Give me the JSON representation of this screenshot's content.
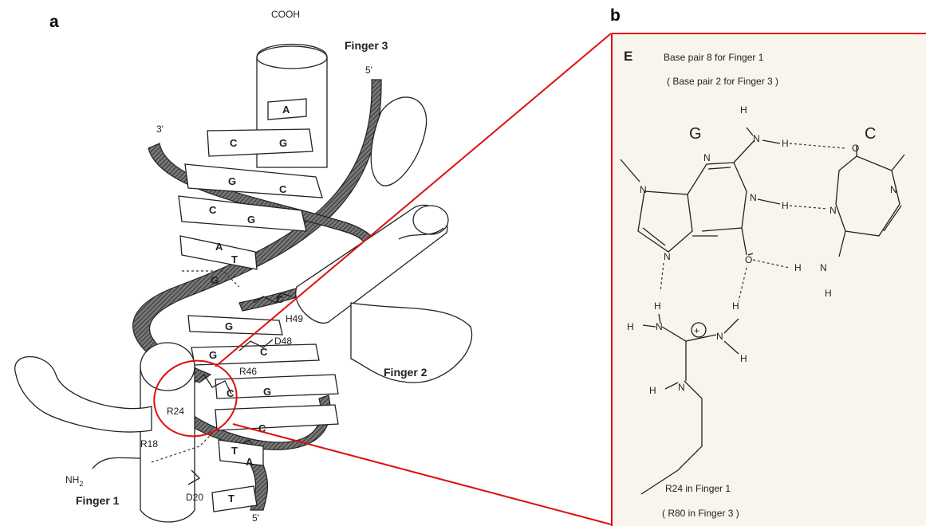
{
  "panel_a": {
    "letter": "a",
    "labels": {
      "cooh": "COOH",
      "finger3": "Finger 3",
      "finger2": "Finger 2",
      "finger1": "Finger 1",
      "three_prime": "3'",
      "five_prime_top": "5'",
      "five_prime_bottom": "5'",
      "nh2": "NH",
      "nh2_sub": "2",
      "h49": "H49",
      "d48": "D48",
      "r46": "R46",
      "r24": "R24",
      "r18": "R18",
      "d20": "D20"
    },
    "bases": [
      "A",
      "C",
      "G",
      "G",
      "C",
      "C",
      "G",
      "A",
      "T",
      "G",
      "G",
      "C",
      "G",
      "C",
      "C",
      "G",
      "C",
      "T",
      "A",
      "T"
    ]
  },
  "panel_b": {
    "letter": "b",
    "header": "E",
    "caption1": "Base pair 8 for Finger 1",
    "caption2": "( Base pair 2 for Finger 3 )",
    "base_g": "G",
    "base_c": "C",
    "footer1": "R24  in Finger 1",
    "footer2": "( R80  in Finger 3 )",
    "atoms": {
      "h": "H",
      "n": "N",
      "o": "O",
      "plus": "+"
    }
  },
  "colors": {
    "highlight": "#dd1111",
    "ink": "#222222"
  }
}
